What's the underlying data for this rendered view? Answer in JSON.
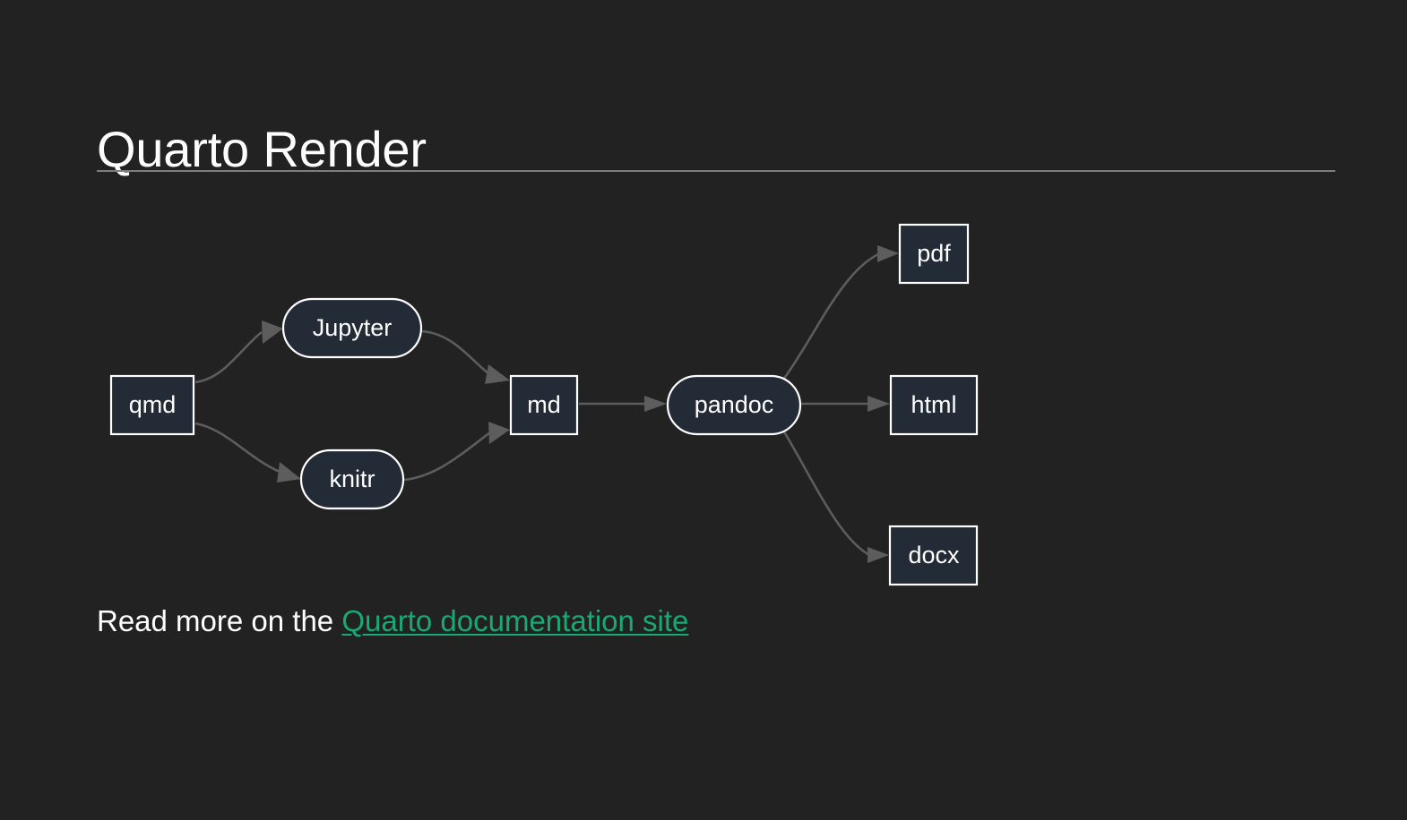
{
  "slide": {
    "title": "Quarto Render",
    "background_color": "#222222",
    "title_color": "#fdfdfd",
    "rule_color": "#7e7e7e"
  },
  "diagram": {
    "type": "flowchart",
    "direction": "left-to-right",
    "node_fill": "#232b36",
    "node_stroke": "#ffffff",
    "node_text_color": "#ffffff",
    "edge_color": "#5d5d5d",
    "nodes": [
      {
        "id": "qmd",
        "label": "qmd",
        "shape": "rect"
      },
      {
        "id": "jupyter",
        "label": "Jupyter",
        "shape": "stadium"
      },
      {
        "id": "knitr",
        "label": "knitr",
        "shape": "stadium"
      },
      {
        "id": "md",
        "label": "md",
        "shape": "rect"
      },
      {
        "id": "pandoc",
        "label": "pandoc",
        "shape": "stadium"
      },
      {
        "id": "pdf",
        "label": "pdf",
        "shape": "rect"
      },
      {
        "id": "html",
        "label": "html",
        "shape": "rect"
      },
      {
        "id": "docx",
        "label": "docx",
        "shape": "rect"
      }
    ],
    "edges": [
      {
        "from": "qmd",
        "to": "jupyter"
      },
      {
        "from": "qmd",
        "to": "knitr"
      },
      {
        "from": "jupyter",
        "to": "md"
      },
      {
        "from": "knitr",
        "to": "md"
      },
      {
        "from": "md",
        "to": "pandoc"
      },
      {
        "from": "pandoc",
        "to": "pdf"
      },
      {
        "from": "pandoc",
        "to": "html"
      },
      {
        "from": "pandoc",
        "to": "docx"
      }
    ]
  },
  "footer": {
    "prefix": "Read more on the ",
    "link_text": "Quarto documentation site",
    "link_color": "#19a974"
  }
}
